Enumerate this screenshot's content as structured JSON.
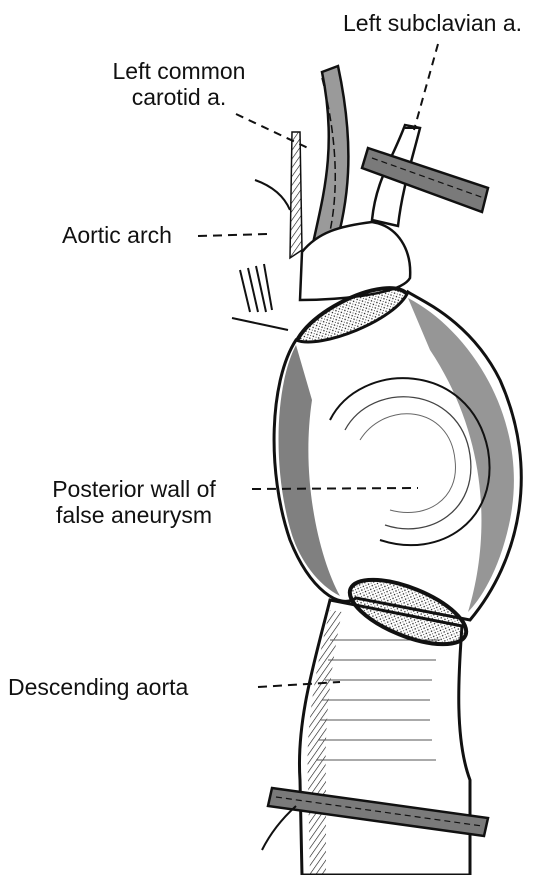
{
  "figure": {
    "labels": {
      "left_subclavian": "Left subclavian a.",
      "left_common_carotid_line1": "Left common",
      "left_common_carotid_line2": "carotid a.",
      "aortic_arch": "Aortic arch",
      "posterior_wall_line1": "Posterior wall of",
      "posterior_wall_line2": "false aneurysm",
      "descending_aorta": "Descending aorta"
    },
    "colors": {
      "ink": "#111111",
      "paper": "#ffffff",
      "shade": "#8a8a8a"
    }
  }
}
